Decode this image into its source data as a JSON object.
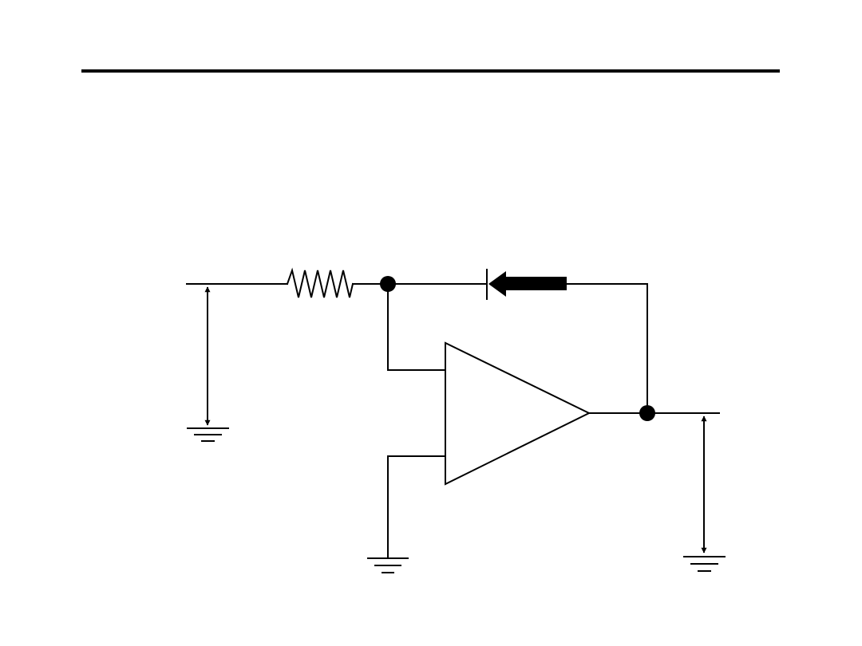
{
  "slide": {
    "title_rule_color": "#000000"
  },
  "diagram": {
    "type": "op-amp logarithmic amplifier schematic",
    "stroke_color": "#000000",
    "fill_color": "#000000",
    "components": {
      "input_resistor": "resistor-icon",
      "feedback_diode": "diode-icon",
      "op_amp": "op-amp-icon",
      "grounds": [
        "ground-icon",
        "ground-icon",
        "ground-icon"
      ],
      "junctions": [
        "junction-dot",
        "junction-dot"
      ],
      "voltage_arrows": [
        "double-arrow-icon",
        "double-arrow-icon"
      ]
    }
  }
}
